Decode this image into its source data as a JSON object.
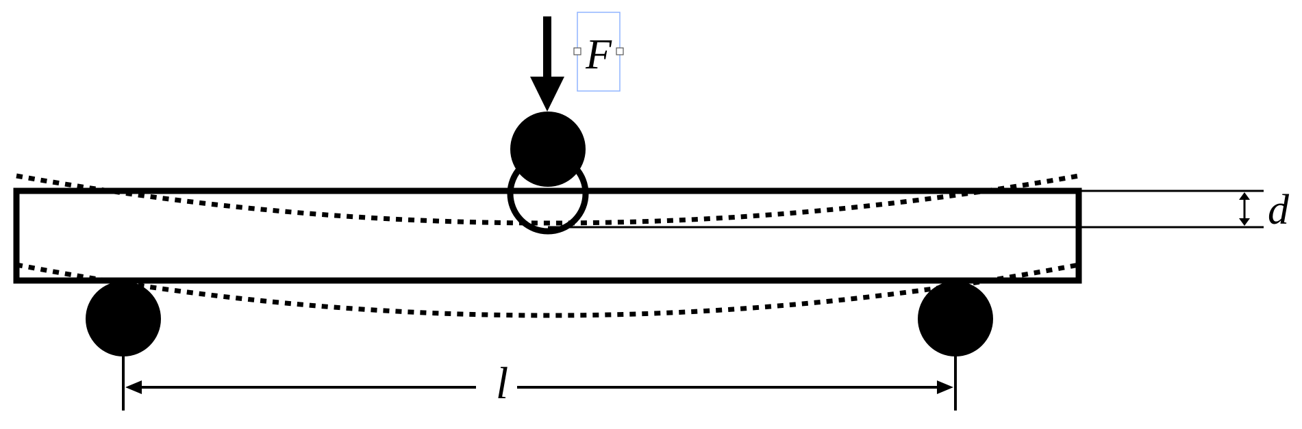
{
  "labels": {
    "force": "F",
    "deflection": "d",
    "span": "l"
  },
  "colors": {
    "ink": "#000000",
    "background": "#ffffff",
    "selection_box": "#8fb4ff",
    "handle_fill": "#ffffff",
    "handle_stroke": "#555555"
  },
  "icons": {
    "load_arrow": "arrow-down-icon",
    "load_roller": "filled-circle-icon",
    "contact_ring": "ring-icon",
    "left_support": "filled-circle-icon",
    "right_support": "filled-circle-icon"
  }
}
